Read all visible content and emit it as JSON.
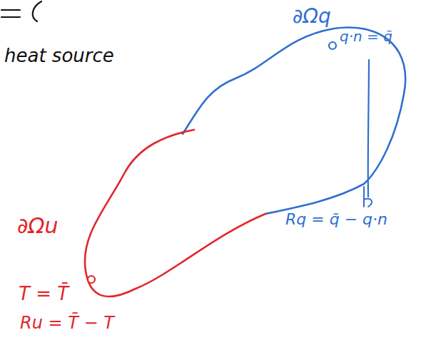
{
  "diagram": {
    "labels": [
      "heat source",
      "∂Ωu",
      "T = T̄",
      "Ru = T̄ − T",
      "∂Ωq",
      "q·n = q̄",
      "Rq = q̄ − q·n"
    ]
  }
}
